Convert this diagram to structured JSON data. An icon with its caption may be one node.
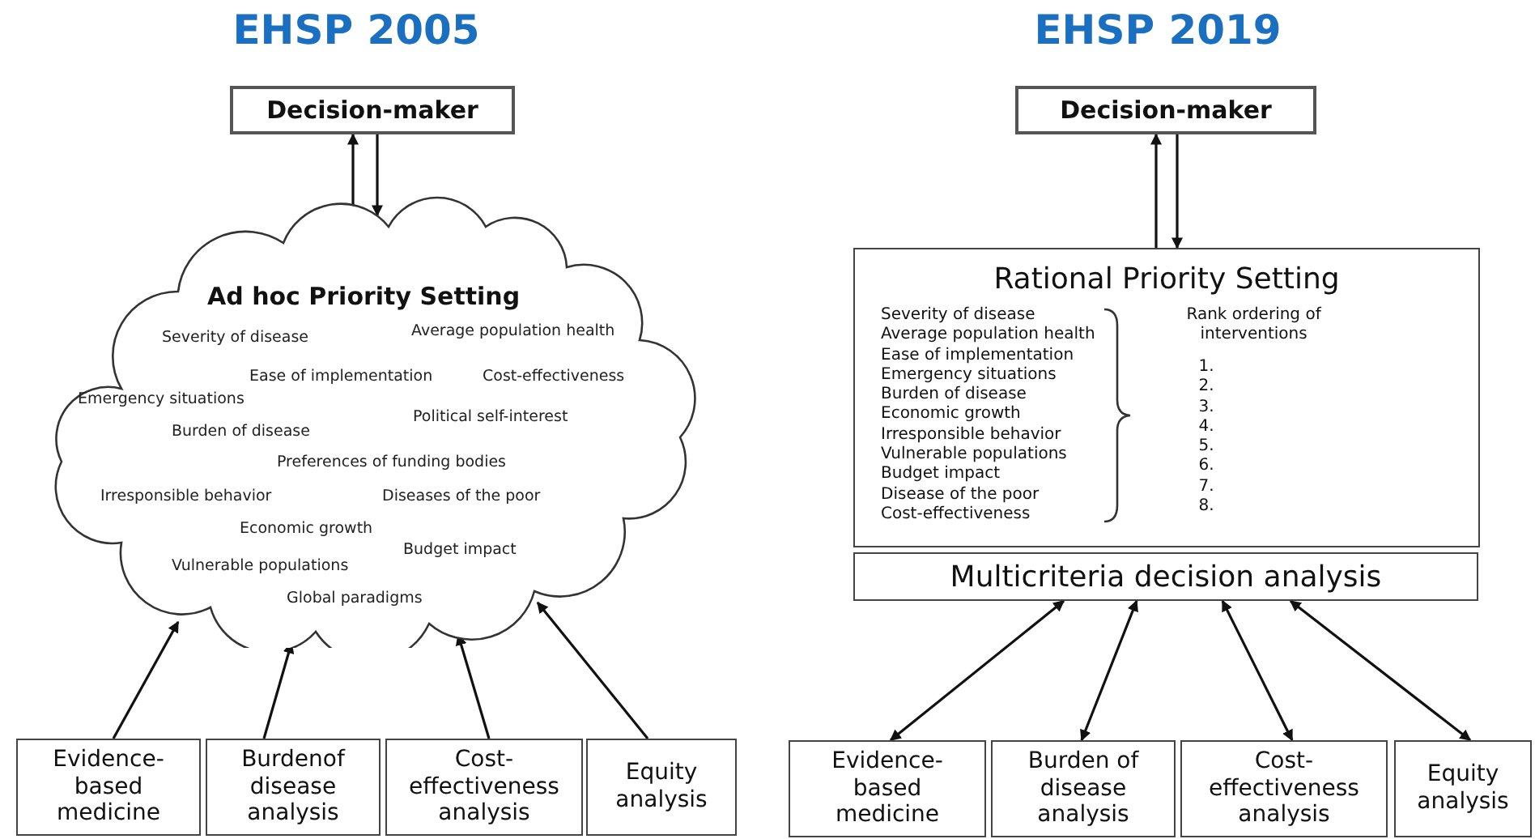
{
  "diagram": {
    "nodes": [
      {
        "text": [
          "Decision-maker"
        ]
      },
      {
        "text": [
          "Ad hoc Priority Setting",
          "Severity of disease",
          "Average population health",
          "Ease of implementation",
          "Cost-effectiveness",
          "Emergency situations",
          "Political self-interest",
          "Burden of disease",
          "Preferences of funding bodies",
          "Irresponsible behavior",
          "Diseases of the poor",
          "Economic growth",
          "Budget impact",
          "Vulnerable populations",
          "Global paradigms"
        ]
      },
      {
        "text": [
          "Evidence-based medicine"
        ]
      },
      {
        "text": [
          "Burdenof disease analysis"
        ]
      },
      {
        "text": [
          "Cost-effectiveness analysis"
        ]
      },
      {
        "text": [
          "Equity analysis"
        ]
      },
      {
        "text": [
          "Decision-maker"
        ]
      },
      {
        "text": [
          "Rational Priority Setting",
          "Severity of disease",
          "Average population health",
          "Ease of implementation",
          "Emergency situations",
          "Burden of disease",
          "Economic growth",
          "Irresponsible behavior",
          "Vulnerable populations",
          "Budget impact",
          "Disease of the poor",
          "Cost-effectiveness",
          "Rank ordering of interventions",
          "1.",
          "2.",
          "3.",
          "4.",
          "5.",
          "6.",
          "7.",
          "8."
        ]
      },
      {
        "text": [
          "Multicriteria decision analysis"
        ]
      },
      {
        "text": [
          "Evidence-based medicine"
        ]
      },
      {
        "text": [
          "Burden of disease analysis"
        ]
      },
      {
        "text": [
          "Cost-effectiveness analysis"
        ]
      },
      {
        "text": [
          "Equity analysis"
        ]
      }
    ],
    "edges": [
      {
        "from": 1,
        "to": 0,
        "arrow": "to"
      },
      {
        "from": 0,
        "to": 1,
        "arrow": "to"
      },
      {
        "from": 2,
        "to": 1,
        "arrow": "to"
      },
      {
        "from": 3,
        "to": 1,
        "arrow": "to"
      },
      {
        "from": 4,
        "to": 1,
        "arrow": "to"
      },
      {
        "from": 5,
        "to": 1,
        "arrow": "to"
      },
      {
        "from": 7,
        "to": 6,
        "arrow": "to"
      },
      {
        "from": 6,
        "to": 7,
        "arrow": "to"
      },
      {
        "from": 8,
        "to": 9,
        "arrow": "both"
      },
      {
        "from": 8,
        "to": 10,
        "arrow": "both"
      },
      {
        "from": 8,
        "to": 11,
        "arrow": "both"
      },
      {
        "from": 8,
        "to": 12,
        "arrow": "both"
      }
    ],
    "labels": [
      "EHSP 2005",
      "EHSP 2019"
    ]
  }
}
